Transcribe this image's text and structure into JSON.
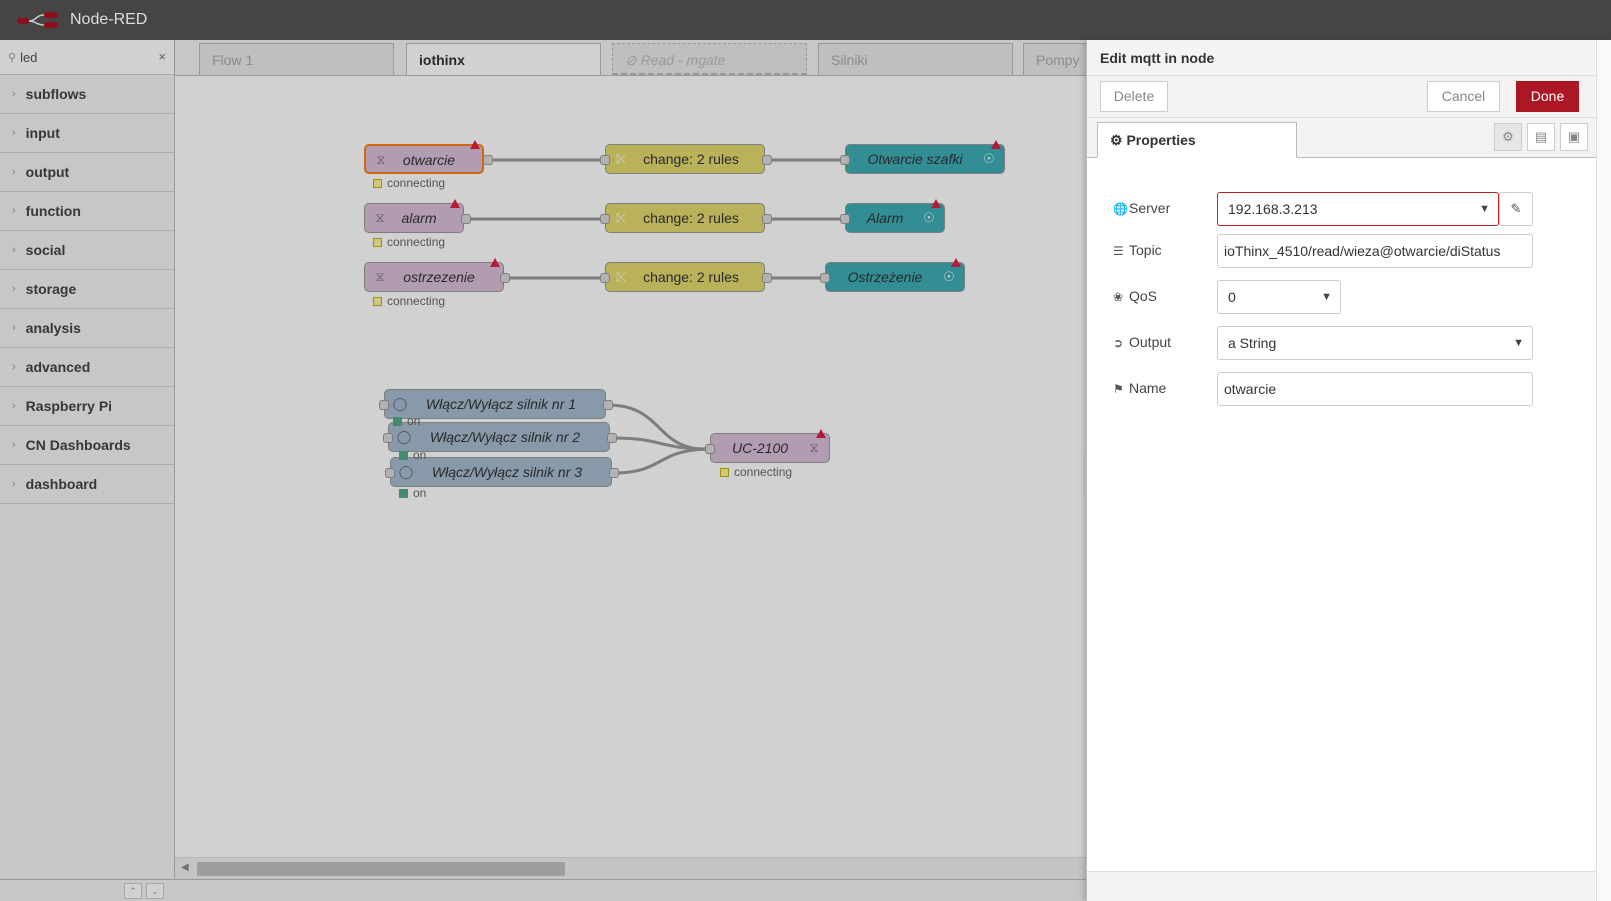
{
  "app": {
    "title": "Node-RED"
  },
  "palette": {
    "search_value": "led",
    "clear": "×",
    "categories": [
      "subflows",
      "input",
      "output",
      "function",
      "social",
      "storage",
      "analysis",
      "advanced",
      "Raspberry Pi",
      "CN Dashboards",
      "dashboard"
    ]
  },
  "tabs": [
    "Flow 1",
    "iothinx",
    "Read - mgate",
    "Silniki",
    "Pompy"
  ],
  "nodes": {
    "otwarcie": "otwarcie",
    "alarm": "alarm",
    "ostrzezenie": "ostrzezenie",
    "change1": "change: 2 rules",
    "change2": "change: 2 rules",
    "change3": "change: 2 rules",
    "led1": "Otwarcie szafki",
    "led2": "Alarm",
    "led3": "Ostrzeżenie",
    "sw1": "Włącz/Wyłącz silnik nr 1",
    "sw2": "Włącz/Wyłącz silnik nr 2",
    "sw3": "Włącz/Wyłącz silnik nr 3",
    "uc": "UC-2100",
    "connecting": "connecting",
    "on": "on"
  },
  "editor": {
    "title": "Edit mqtt in node",
    "delete": "Delete",
    "cancel": "Cancel",
    "done": "Done",
    "tab_properties": "Properties",
    "fields": {
      "server_label": "Server",
      "server_value": "192.168.3.213",
      "topic_label": "Topic",
      "topic_value": "ioThinx_4510/read/wieza@otwarcie/diStatus",
      "qos_label": "QoS",
      "qos_value": "0",
      "output_label": "Output",
      "output_value": "a String",
      "name_label": "Name",
      "name_value": "otwarcie"
    }
  },
  "colors": {
    "header": "#454545",
    "done": "#ad1625",
    "mqtt": "#d8bfd8",
    "change": "#e2d96e",
    "led": "#3fadb5",
    "switch": "#a6bbcf"
  }
}
